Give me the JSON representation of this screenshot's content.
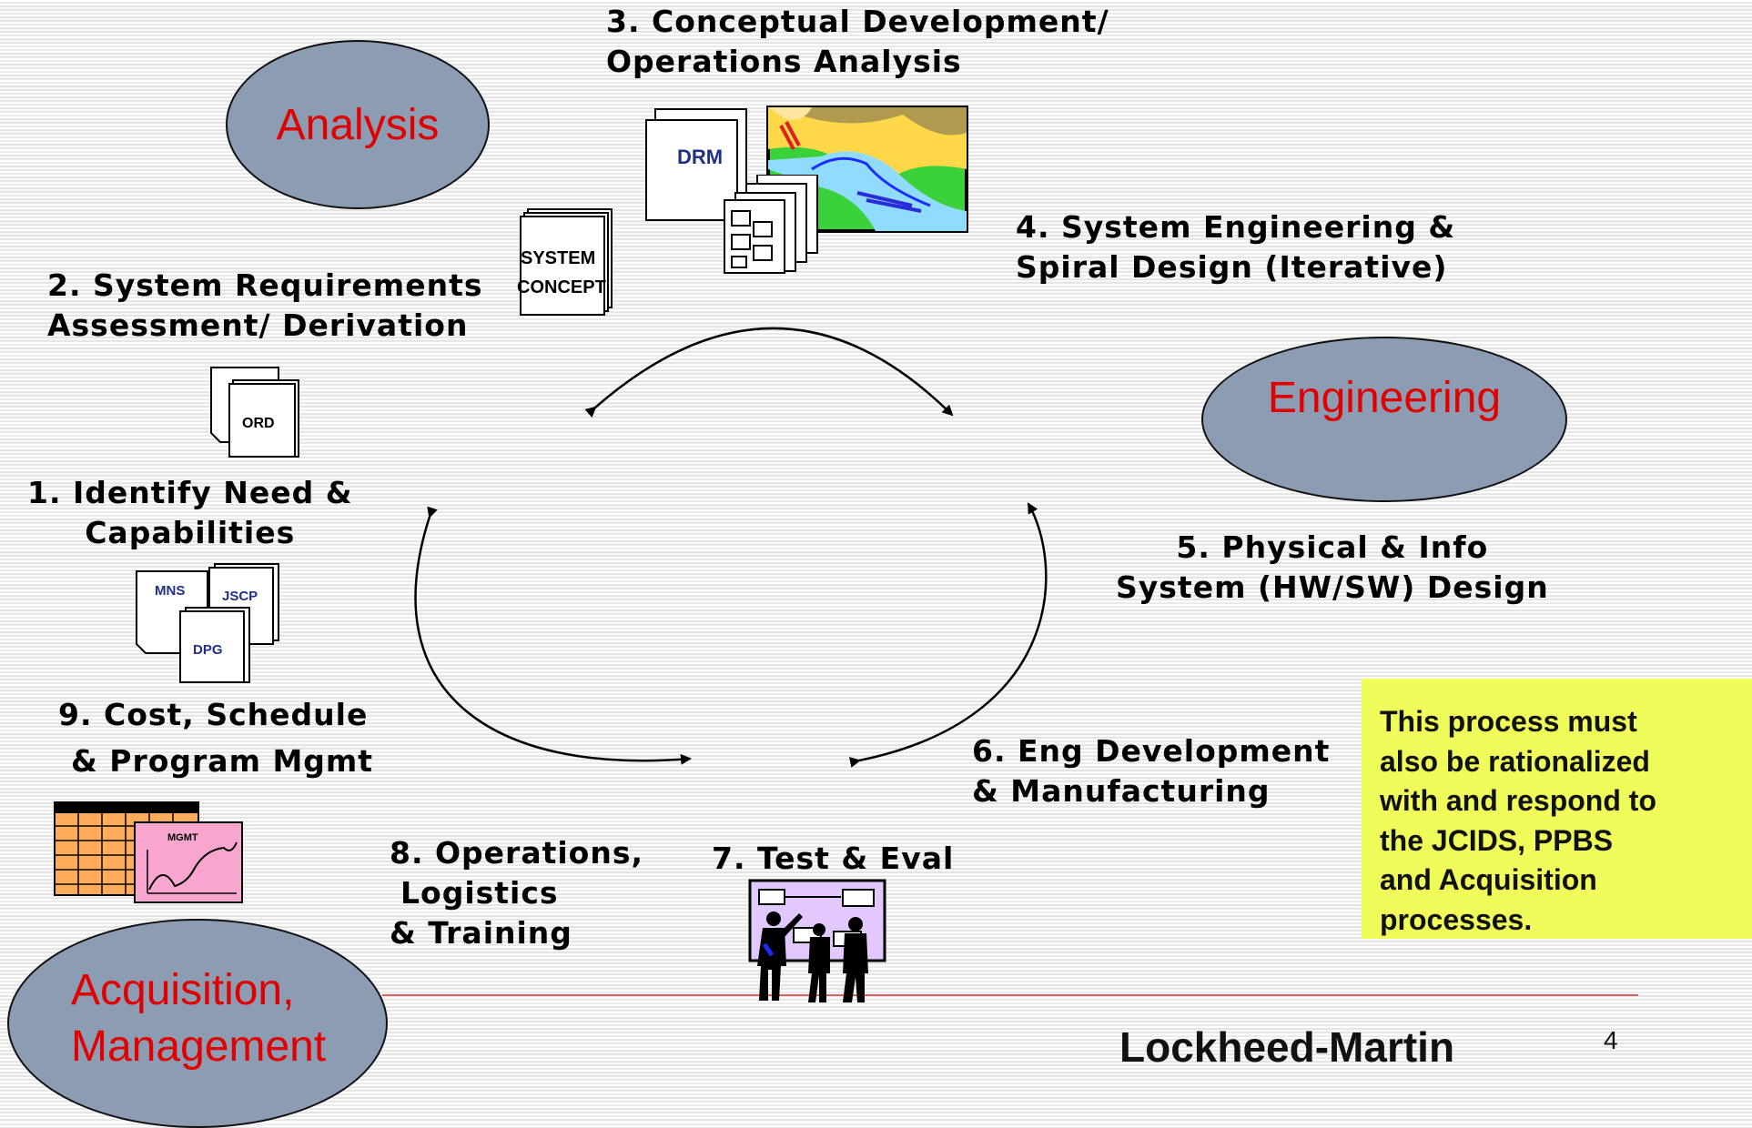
{
  "ellipses": {
    "analysis": "Analysis",
    "engineering": "Engineering",
    "acquisition_line1": "Acquisition,",
    "acquisition_line2": "Management"
  },
  "steps": {
    "s3_line1": "3. Conceptual Development/",
    "s3_line2": "Operations Analysis",
    "s4_line1": "4. System Engineering &",
    "s4_line2": "Spiral Design (Iterative)",
    "s2_line1": "2. System Requirements",
    "s2_line2": "Assessment/ Derivation",
    "s1_line1": "1. Identify Need &",
    "s1_line2": "Capabilities",
    "s5_line1": "5. Physical & Info",
    "s5_line2": "System (HW/SW) Design",
    "s9_line1": "9. Cost, Schedule",
    "s9_line2": "& Program Mgmt",
    "s6_line1": "6. Eng Development",
    "s6_line2": "& Manufacturing",
    "s8_line1": "8. Operations,",
    "s8_line2": "Logistics",
    "s8_line3": "& Training",
    "s7": "7. Test & Eval"
  },
  "documents": {
    "drm": "DRM",
    "system": "SYSTEM",
    "concept": "CONCEPT",
    "ord": "ORD",
    "mns": "MNS",
    "jscp": "JSCP",
    "dpg": "DPG",
    "mgmt": "MGMT"
  },
  "callout": {
    "line1": "This process must",
    "line2": "also be rationalized",
    "line3": "with and respond to",
    "line4": "the JCIDS, PPBS",
    "line5": "and Acquisition",
    "line6": "processes."
  },
  "footer": {
    "brand": "Lockheed-Martin",
    "page_number": "4"
  },
  "colors": {
    "ellipse_fill": "#8c9cb2",
    "ellipse_text": "#e00000",
    "callout_fill": "#f0fc5a",
    "doc_label": "#1f2f8a",
    "rule_line": "#e06060"
  }
}
